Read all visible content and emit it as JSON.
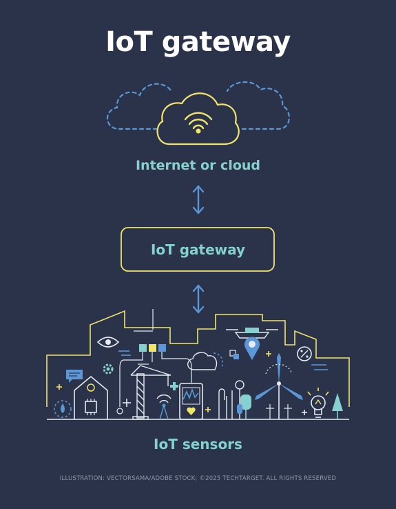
{
  "title": "IoT gateway",
  "nodes": {
    "cloud_label": "Internet or cloud",
    "gateway_label": "IoT gateway",
    "sensors_label": "IoT sensors"
  },
  "credit": "ILLUSTRATION: VECTORSAMA/ADOBE STOCK; ©2025 TECHTARGET. ALL RIGHTS RESERVED",
  "colors": {
    "background": "#2a3349",
    "title": "#ffffff",
    "label": "#86d1cf",
    "accent_yellow": "#f2e56b",
    "arrow_blue": "#5b97d6",
    "line_light": "#e6ebf3",
    "teal": "#86d1cf"
  },
  "icons": [
    "cloud-wifi-icon",
    "double-arrow-icon",
    "eye-icon",
    "drone-icon",
    "location-pin-icon",
    "percent-icon",
    "wind-turbine-icon",
    "lightbulb-icon",
    "smartphone-heart-icon",
    "house-chip-icon",
    "crane-icon",
    "tree-icon",
    "gear-icon",
    "chat-bubble-icon",
    "water-drop-icon"
  ]
}
